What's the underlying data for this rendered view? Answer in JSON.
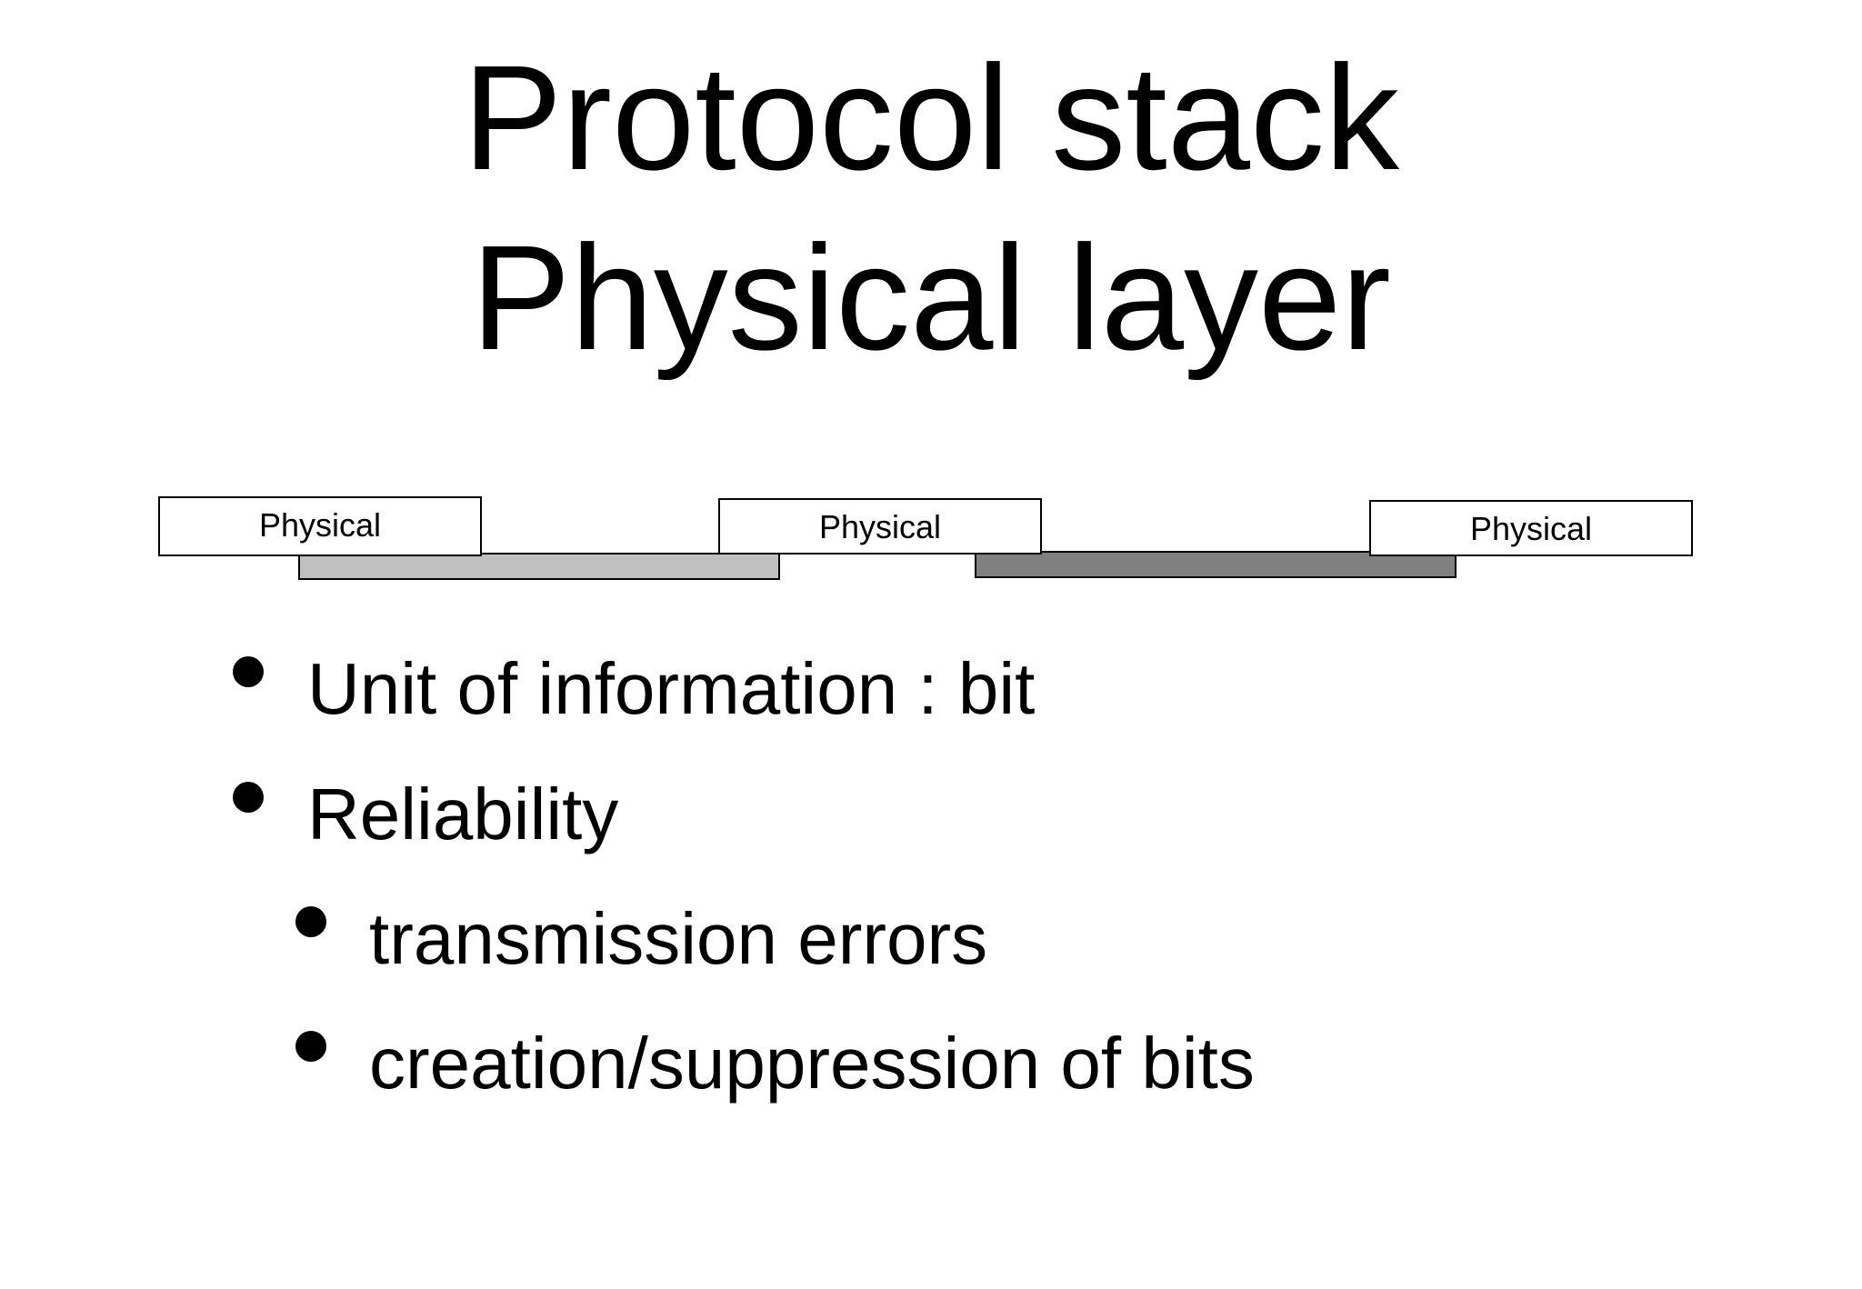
{
  "title": {
    "line1": "Protocol stack",
    "line2": "Physical layer"
  },
  "diagram": {
    "nodes": [
      {
        "label": "Physical"
      },
      {
        "label": "Physical"
      },
      {
        "label": "Physical"
      }
    ],
    "links": [
      {
        "color": "#c0c0c0"
      },
      {
        "color": "#808080"
      }
    ]
  },
  "bullets": [
    {
      "text": "Unit of information : bit",
      "level": 1
    },
    {
      "text": "Reliability",
      "level": 1
    },
    {
      "text": "transmission errors",
      "level": 2
    },
    {
      "text": "creation/suppression of bits",
      "level": 2
    }
  ]
}
